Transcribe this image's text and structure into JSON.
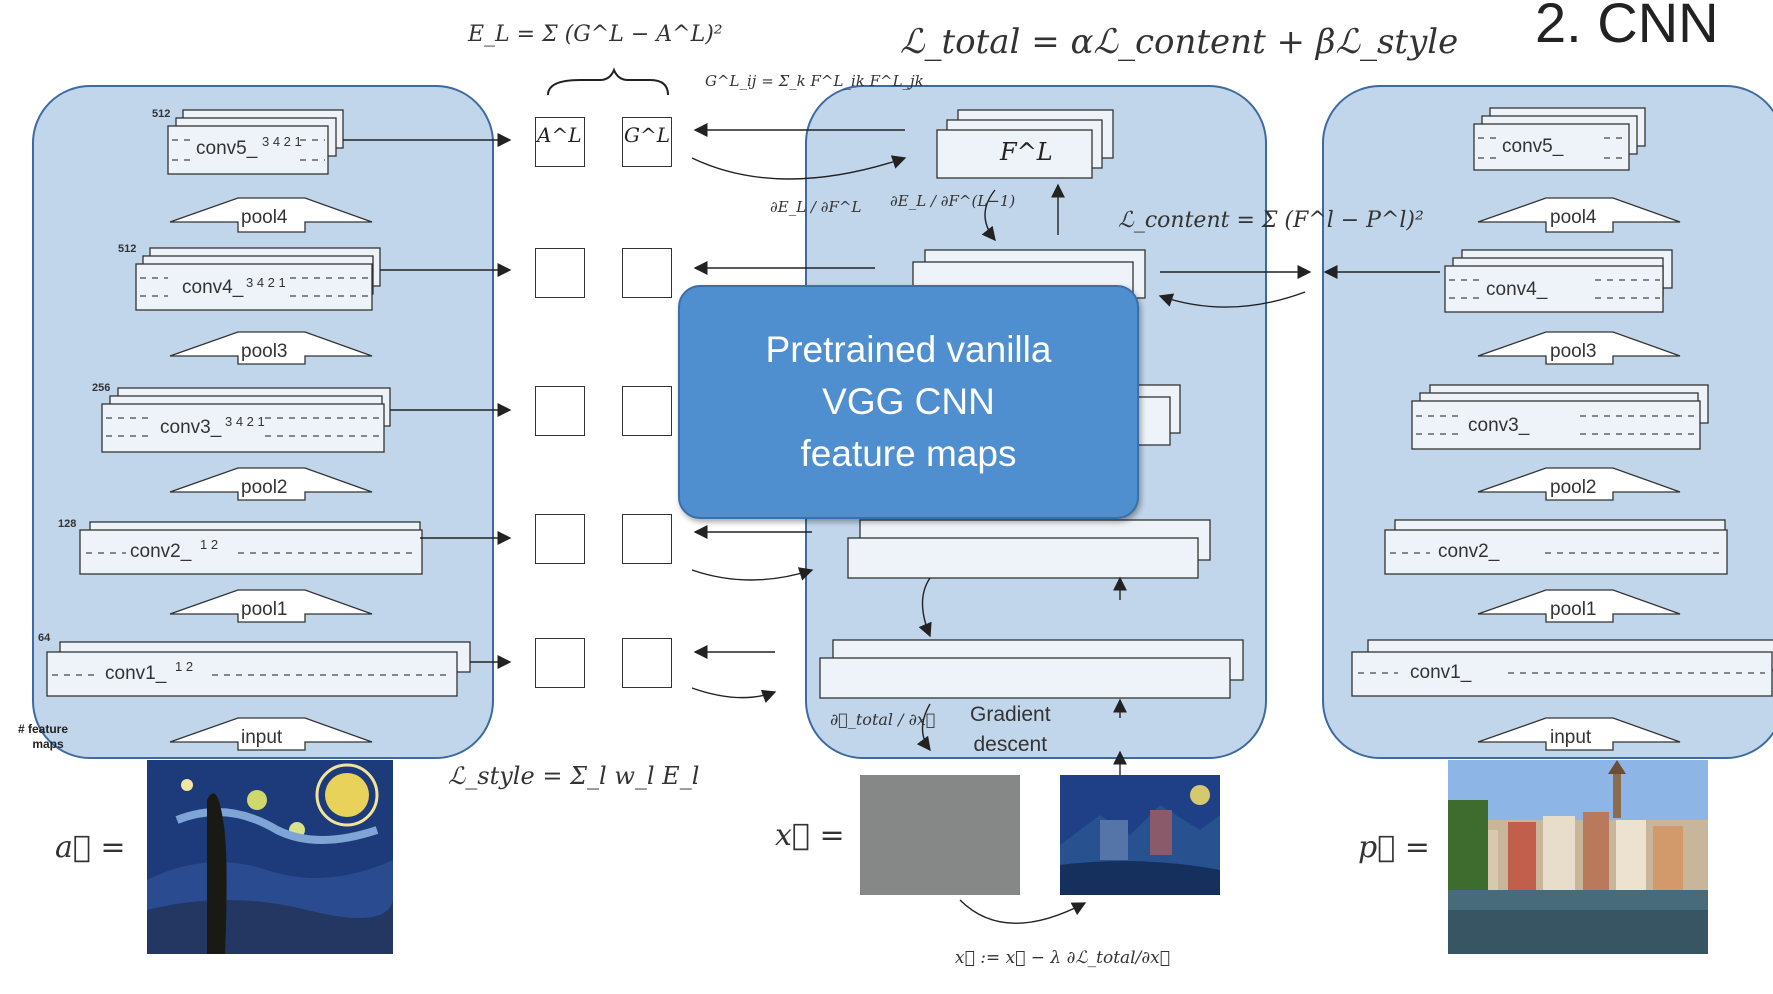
{
  "slide_title_fragment": "2. CNN",
  "equations": {
    "style_error": "E_L = Σ (G^L − A^L)²",
    "gram": "G^L_ij = Σ_k F^L_ik F^L_jk",
    "total_loss": "ℒ_total = αℒ_content + βℒ_style",
    "content_loss": "ℒ_content = Σ (F^l − P^l)²",
    "style_loss": "ℒ_style = Σ_l w_l E_l",
    "dE_dF": "∂E_L / ∂F^L",
    "dE_dF_prev": "∂E_L / ∂F^(L−1)",
    "dL_dx": "∂ℒ_total / ∂x⃗",
    "update": "x⃗ := x⃗ − λ ∂ℒ_total/∂x⃗"
  },
  "box_labels": {
    "A": "A^L",
    "G": "G^L",
    "F": "F^L"
  },
  "callout": {
    "line1": "Pretrained vanilla",
    "line2": "VGG CNN",
    "line3": "feature maps"
  },
  "gradient_descent": {
    "line1": "Gradient",
    "line2": "descent"
  },
  "feature_maps_caption": {
    "line1": "# feature",
    "line2": "maps"
  },
  "vector_labels": {
    "a": "a⃗ =",
    "x": "x⃗ =",
    "p": "p⃗ ="
  },
  "left_network": {
    "layers": [
      {
        "name": "conv5_",
        "subs": "3 4 2 1",
        "count": "512"
      },
      {
        "name": "pool4"
      },
      {
        "name": "conv4_",
        "subs": "3 4 2 1",
        "count": "512"
      },
      {
        "name": "pool3"
      },
      {
        "name": "conv3_",
        "subs": "3 4 2 1",
        "count": "256"
      },
      {
        "name": "pool2"
      },
      {
        "name": "conv2_",
        "subs": "1 2",
        "count": "128"
      },
      {
        "name": "pool1"
      },
      {
        "name": "conv1_",
        "subs": "1 2",
        "count": "64"
      },
      {
        "name": "input"
      }
    ]
  },
  "right_network": {
    "layers": [
      {
        "name": "conv5_"
      },
      {
        "name": "pool4"
      },
      {
        "name": "conv4_"
      },
      {
        "name": "pool3"
      },
      {
        "name": "conv3_"
      },
      {
        "name": "pool2"
      },
      {
        "name": "conv2_"
      },
      {
        "name": "pool1"
      },
      {
        "name": "conv1_"
      },
      {
        "name": "input"
      }
    ]
  },
  "colors": {
    "panel_fill": "#b0cae6",
    "panel_border": "#3e6aa0",
    "callout_fill": "#4f8fcf"
  }
}
